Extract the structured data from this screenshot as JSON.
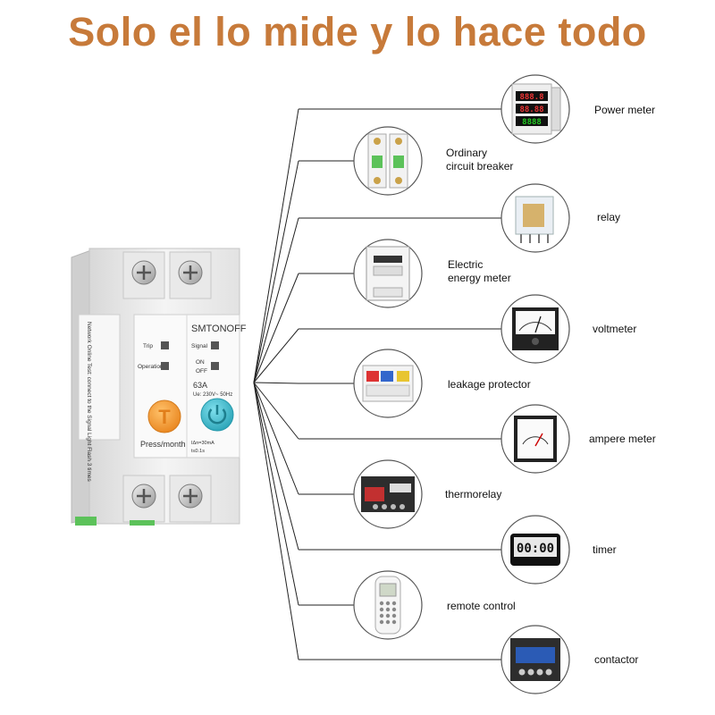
{
  "headline": "Solo el lo mide y lo hace todo",
  "main_device": {
    "brand": "SMTONOFF",
    "trip": "Trip",
    "operation": "Operation",
    "signal": "Signal",
    "on": "ON",
    "off": "OFF",
    "rating": "63A",
    "voltage": "Ue: 230V~ 50Hz",
    "press_month": "Press/month",
    "leak_spec_1": "IΔn=30mA",
    "leak_spec_2": "t≤0.1s",
    "test_letter": "T",
    "side_text": "Network Online Test: connect to the Signal Light Flash 3 times"
  },
  "devices": [
    {
      "label": "Power meter",
      "lines": [
        "Power meter"
      ]
    },
    {
      "label": "Ordinary circuit breaker",
      "lines": [
        "Ordinary",
        "circuit breaker"
      ]
    },
    {
      "label": "relay",
      "lines": [
        "relay"
      ]
    },
    {
      "label": "Electric energy meter",
      "lines": [
        "Electric",
        "energy meter"
      ]
    },
    {
      "label": "voltmeter",
      "lines": [
        "voltmeter"
      ]
    },
    {
      "label": "leakage protector",
      "lines": [
        "leakage protector"
      ]
    },
    {
      "label": "ampere meter",
      "lines": [
        "ampere meter"
      ]
    },
    {
      "label": "thermorelay",
      "lines": [
        "thermorelay"
      ]
    },
    {
      "label": "timer",
      "lines": [
        "timer"
      ]
    },
    {
      "label": "remote control",
      "lines": [
        "remote control"
      ]
    },
    {
      "label": "contactor",
      "lines": [
        "contactor"
      ]
    }
  ],
  "colors": {
    "headline": "#c77a3a",
    "orange_button": "#f0962c",
    "teal_button": "#37b5c8",
    "terminal_green": "#5cc25a",
    "line": "#222222",
    "circle_border": "#555555"
  },
  "power_meter_readouts": [
    "888.8",
    "88.88",
    "8888"
  ]
}
